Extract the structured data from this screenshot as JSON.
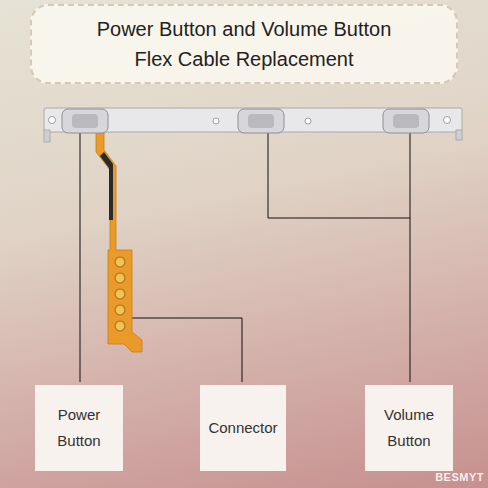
{
  "diagram": {
    "title": "Power Button and Volume Button Flex Cable Replacement",
    "nodes": [
      {
        "text": [
          "Power Button"
        ]
      },
      {
        "text": [
          "Connector"
        ]
      },
      {
        "text": [
          "Volume Button"
        ]
      }
    ],
    "edges": [],
    "labels": [
      "BESMYT"
    ]
  }
}
